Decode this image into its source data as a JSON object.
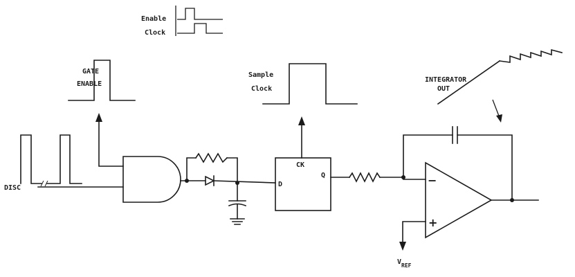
{
  "labels": {
    "enable": "Enable",
    "clock": "Clock",
    "gate_line1": "GATE",
    "gate_line2": "ENABLE",
    "sample_line1": "Sample",
    "sample_line2": "Clock",
    "integrator_line1": "INTEGRATOR",
    "integrator_line2": "OUT",
    "disc": "DISC",
    "break_mark": "//",
    "flipflop_ck": "CK",
    "flipflop_d": "D",
    "flipflop_q": "Q",
    "opamp_minus": "−",
    "opamp_plus": "+",
    "vref_main": "V",
    "vref_sub": "REF"
  }
}
